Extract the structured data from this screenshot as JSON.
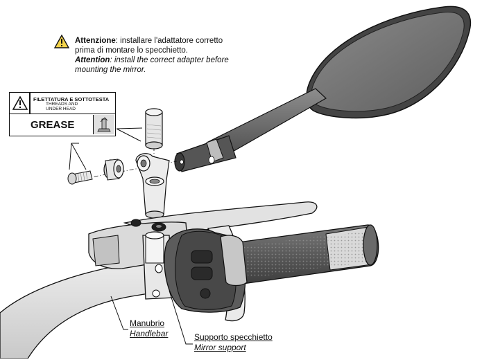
{
  "note": {
    "it_bold": "Attenzione",
    "it_text": ": installare l'adattatore corretto",
    "it_text2": "prima di montare lo specchietto.",
    "en_bold": "Attention",
    "en_text": ": install the correct adapter before",
    "en_text2": "mounting the mirror."
  },
  "label": {
    "line1": "FILETTATURA E SOTTOTESTA",
    "line2": "THREADS AND",
    "line3": "UNDER HEAD",
    "grease": "GREASE"
  },
  "callouts": {
    "handlebar_it": "Manubrio",
    "handlebar_en": "Handlebar",
    "support_it": "Supporto specchietto",
    "support_en": "Mirror support"
  },
  "colors": {
    "line": "#111111",
    "mirror_dark": "#6f6f6f",
    "mirror_light": "#9a9a9a",
    "part_light": "#e4e4e4",
    "part_mid": "#c8c8c8",
    "grip": "#5e5e5e"
  },
  "icons": [
    "warning-icon",
    "grease-icon"
  ]
}
